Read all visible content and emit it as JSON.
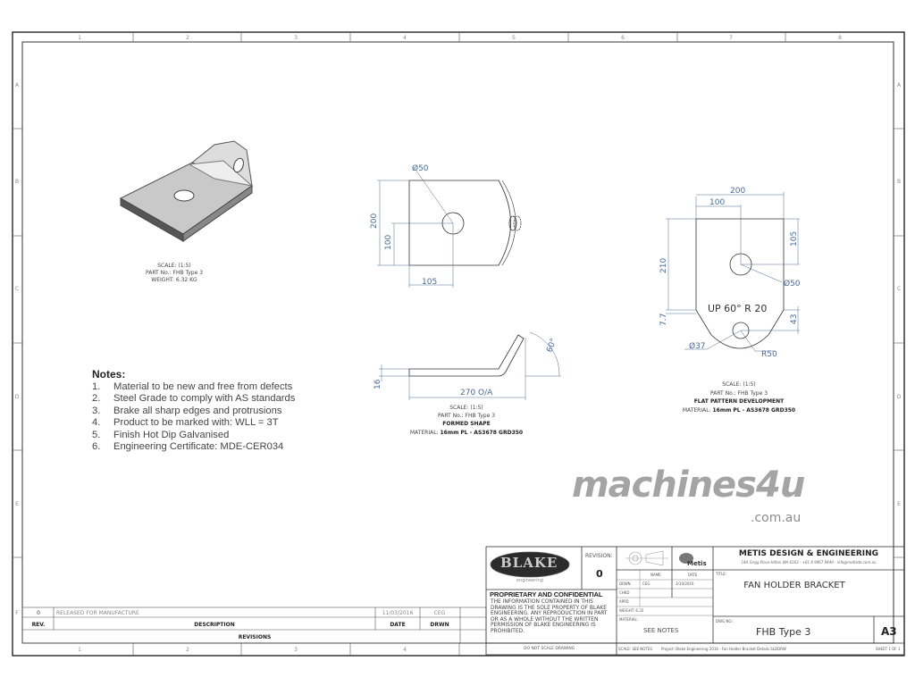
{
  "frame": {
    "columns": [
      "1",
      "2",
      "3",
      "4",
      "5",
      "6",
      "7",
      "8"
    ],
    "rows": [
      "A",
      "B",
      "C",
      "D",
      "E",
      "F"
    ]
  },
  "iso_view": {
    "scale": "SCALE: (1:5)",
    "part": "PART No.: FHB Type 3",
    "weight": "WEIGHT: 6.32 KG"
  },
  "top_view": {
    "dims": {
      "hole": "Ø50",
      "height": "200",
      "half": "100",
      "offset": "105"
    }
  },
  "formed_view": {
    "dims": {
      "thick": "16",
      "length": "270 O/A",
      "angle": "60°"
    },
    "scale": "SCALE: (1:5)",
    "part": "PART No.: FHB Type 3",
    "title": "FORMED SHAPE",
    "material_label": "MATERIAL: ",
    "material": "16mm PL - AS3678 GRD350"
  },
  "flat_view": {
    "dims": {
      "width": "200",
      "half": "100",
      "height": "210",
      "top_offset": "105",
      "hole": "Ø50",
      "bend_note": "UP  60°  R 20",
      "small": "7.7",
      "lower": "43",
      "small_hole": "Ø37",
      "radius": "R50"
    },
    "scale": "SCALE: (1:5)",
    "part": "PART No.: FHB Type 3",
    "title": "FLAT PATTERN DEVELOPMENT",
    "material_label": "MATERIAL: ",
    "material": "16mm PL - AS3678 GRD350"
  },
  "notes": {
    "heading": "Notes:",
    "items": [
      {
        "n": "1.",
        "text": "Material to be new and free from defects"
      },
      {
        "n": "2.",
        "text": "Steel Grade to comply with AS standards"
      },
      {
        "n": "3.",
        "text": "Brake all sharp edges and protrusions"
      },
      {
        "n": "4.",
        "text": "Product to be marked with: WLL = 3T"
      },
      {
        "n": "5.",
        "text": "Finish Hot Dip Galvanised"
      },
      {
        "n": "6.",
        "text": "Engineering Certificate: MDE-CER034"
      }
    ]
  },
  "revisions": {
    "row": {
      "rev": "0",
      "description": "RELEASED FOR MANUFACTURE",
      "date": "11/03/2016",
      "drwn": "CEG"
    },
    "headers": {
      "rev": "REV.",
      "description": "DESCRIPTION",
      "date": "DATE",
      "drwn": "DRWN"
    },
    "title": "REVISIONS"
  },
  "title_block": {
    "logo": "BLAKE",
    "logo_sub": "engineering",
    "revision_label": "REVISION:",
    "revision": "0",
    "metis_logo": "Metis",
    "company": "METIS DESIGN & ENGINEERING",
    "address": "14A Grigg Place Hilton WA 6163 - +61 8 9467 9449 - info@metisde.com.au",
    "proprietary_heading": "PROPRIETARY AND CONFIDENTIAL",
    "proprietary_text": "THE INFORMATION CONTAINED IN THIS DRAWING IS THE SOLE PROPERTY OF BLAKE ENGINEERING. ANY REPRODUCTION IN PART OR AS A WHOLE WITHOUT THE WRITTEN PERMISSION OF BLAKE ENGINEERING IS PROHIBITED.",
    "name_label": "NAME",
    "date_label": "DATE",
    "drwn_label": "DRWN",
    "drwn_name": "CEG",
    "drwn_date": "3/10/2016",
    "chkd_label": "CHKD",
    "appd_label": "APPD",
    "weight": "WEIGHT: 6.32",
    "material_label": "MATERIAL:",
    "material": "SEE NOTES",
    "title_label": "TITLE:",
    "title": "FAN HOLDER BRACKET",
    "dwg_label": "DWG NO.:",
    "dwg_no": "FHB Type 3",
    "size": "A3",
    "do_not_scale": "DO NOT SCALE DRAWING",
    "scale_note": "SCALE: SEE NOTES",
    "file_path": "Project: Blake Engineering 2016 - Fan Holder Bracket Details.SLDDRW",
    "sheet": "SHEET 1 OF 1"
  },
  "watermark": {
    "brand": "machines4u",
    "domain": ".com.au"
  }
}
